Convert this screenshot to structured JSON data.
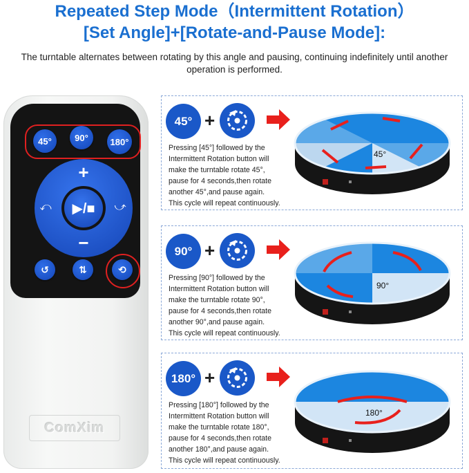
{
  "header": {
    "title_line1": "Repeated Step Mode（Intermittent Rotation）",
    "title_line2": "[Set Angle]+[Rotate-and-Pause Mode]:",
    "subtitle": "The turntable alternates between rotating by this angle and pausing, continuing indefinitely until another operation is performed."
  },
  "remote": {
    "angle_buttons": [
      "45°",
      "90°",
      "180°"
    ],
    "plus_label": "+",
    "minus_label": "−",
    "center_label": "▶/■",
    "brand": "ComXim",
    "colors": {
      "button_blue": "#1a58c8",
      "highlight_red": "#e02020",
      "panel_black": "#141414"
    }
  },
  "modes": [
    {
      "badge": "45°",
      "plus": "+",
      "turntable_label": "45°",
      "lines": [
        "Pressing [45°] followed by the",
        "Intermittent Rotation button will",
        "make the turntable rotate 45°,",
        "pause for 4 seconds,then rotate",
        "another 45°,and pause again.",
        "This cycle will repeat continuously."
      ]
    },
    {
      "badge": "90°",
      "plus": "+",
      "turntable_label": "90°",
      "lines": [
        "Pressing [90°] followed by the",
        "Intermittent Rotation button will",
        "make the turntable rotate 90°,",
        "pause for 4 seconds,then rotate",
        "another 90°,and pause again.",
        "This cycle will repeat continuously."
      ]
    },
    {
      "badge": "180°",
      "plus": "+",
      "turntable_label": "180°",
      "lines": [
        "Pressing [180°] followed by the",
        "Intermittent Rotation button will",
        "make the turntable rotate 180°,",
        "pause for 4 seconds,then rotate",
        "another 180°,and pause again.",
        "This cycle will repeat continuously."
      ]
    }
  ]
}
